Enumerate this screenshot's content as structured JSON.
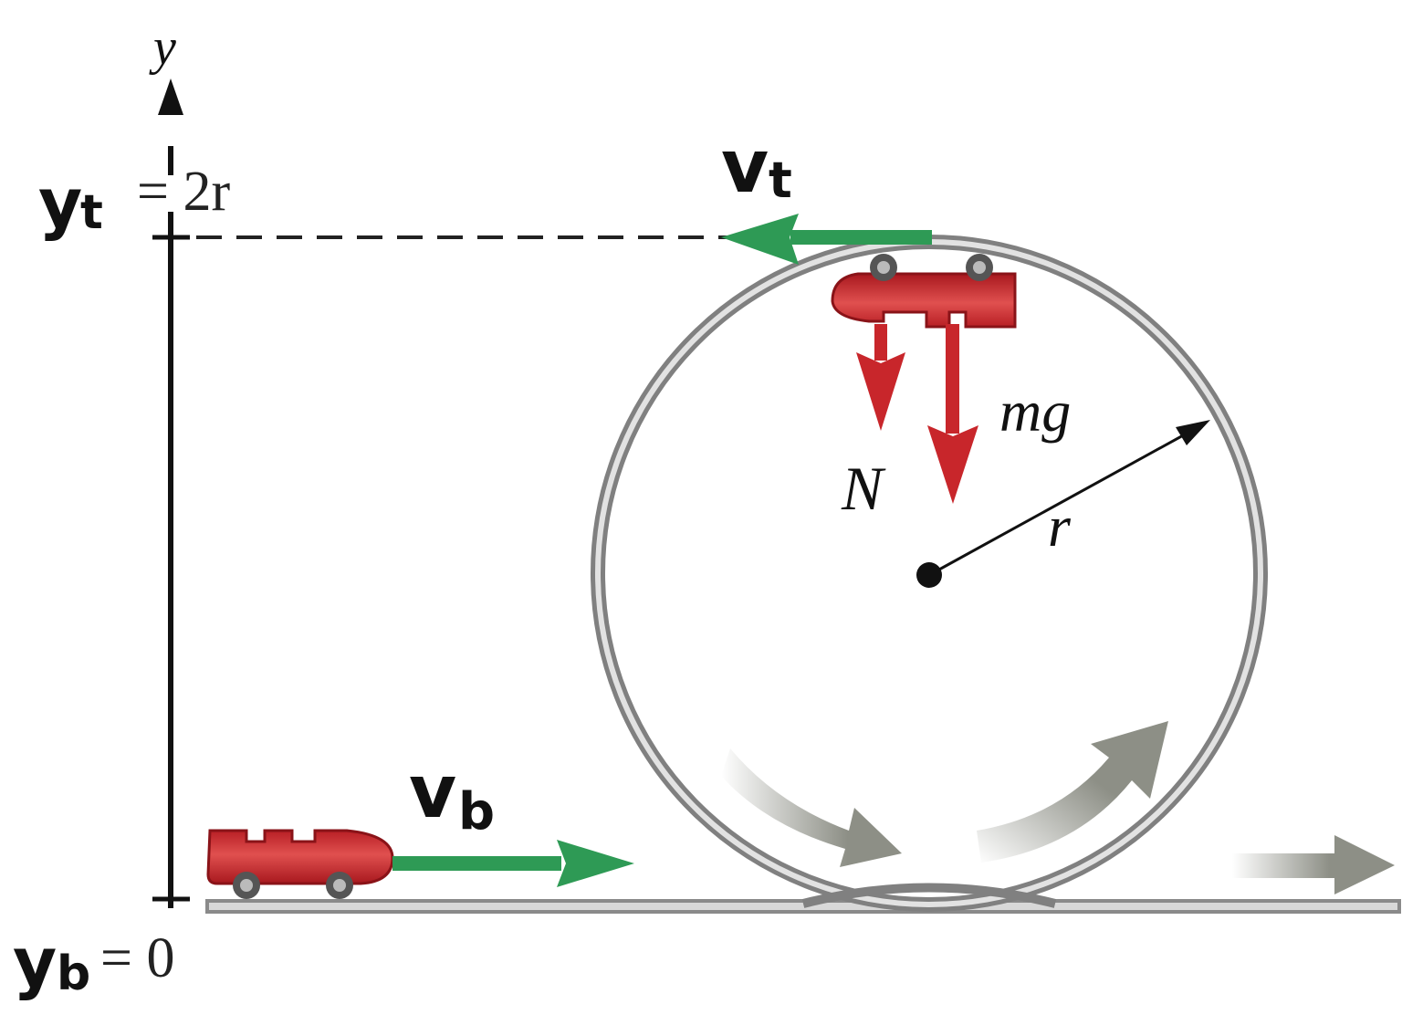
{
  "labels": {
    "y_axis": "y",
    "y_top_name": "y",
    "y_top_sub": "t",
    "y_top_value": "= 2r",
    "y_bottom_name": "y",
    "y_bottom_sub": "b",
    "y_bottom_value": "= 0",
    "v_top_name": "v",
    "v_top_sub": "t",
    "v_bottom_name": "v",
    "v_bottom_sub": "b",
    "normal_force": "N",
    "weight": "mg",
    "radius": "r"
  },
  "colors": {
    "car": "#c8262b",
    "velocity": "#2e9a55",
    "force": "#c8262b",
    "track": "#8a8a8a",
    "motion_arrow": "#8d8f86",
    "text": "#1a1a1a"
  }
}
